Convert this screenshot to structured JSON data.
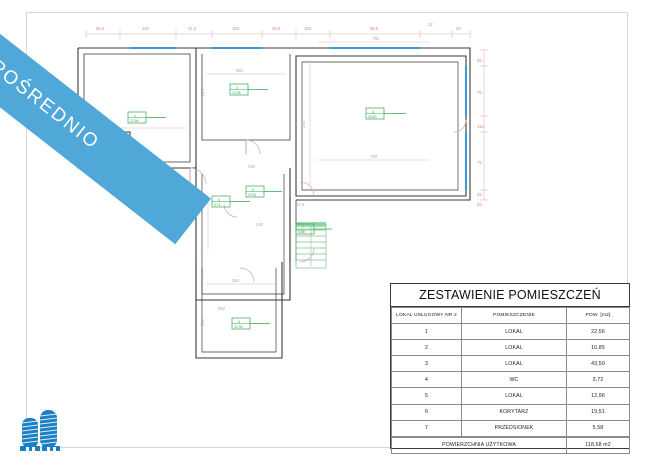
{
  "watermark": {
    "text": "BEZPOŚREDNIO"
  },
  "logo": {
    "name": "building-logo",
    "color": "#1b7fc4"
  },
  "table": {
    "title": "ZESTAWIENIE POMIESZCZEŃ",
    "headers": [
      "LOKAL USŁUGOWY NR 2",
      "POMIESZCZENIE",
      "POW. [m2]"
    ],
    "rows": [
      {
        "no": "1",
        "room": "LOKAL",
        "area": "22,56"
      },
      {
        "no": "2",
        "room": "LOKAL",
        "area": "10,85"
      },
      {
        "no": "3",
        "room": "LOKAL",
        "area": "43,50"
      },
      {
        "no": "4",
        "room": "WC",
        "area": "3,72"
      },
      {
        "no": "5",
        "room": "LOKAL",
        "area": "12,96"
      },
      {
        "no": "6",
        "room": "KORYTARZ",
        "area": "19,51"
      },
      {
        "no": "7",
        "room": "PRZEDSIONEK",
        "area": "5,58"
      }
    ],
    "summary": {
      "label": "POWIERZCHNIA UŻYTKOWA",
      "value": "118,68 m2"
    }
  },
  "plan": {
    "top_dimensions": [
      "66,5",
      "150",
      "41,5",
      "150",
      "49,5",
      "150",
      "98,5",
      "12",
      "25"
    ],
    "right_dimensions": [
      "45",
      "75",
      "110",
      "75",
      "45",
      "25"
    ],
    "big_room_width": "750",
    "big_room_width2": "750",
    "interior_dimensions": [
      "510",
      "350",
      "350",
      "250",
      "440",
      "240",
      "250",
      "250",
      "350",
      "14,5",
      "225",
      "200",
      "440"
    ],
    "room_labels": [
      {
        "no": "1",
        "area": "22,56"
      },
      {
        "no": "2",
        "area": "10,85"
      },
      {
        "no": "3",
        "area": "43,50"
      },
      {
        "no": "4",
        "area": "3,72"
      },
      {
        "no": "5",
        "area": "12,96"
      },
      {
        "no": "6",
        "area": "19,51"
      },
      {
        "no": "7",
        "area": "5,58"
      }
    ],
    "colors": {
      "wall": "#3a3a3a",
      "dimension": "#d98b8b",
      "window": "#3b9ad6",
      "room_label": "#2fa84f",
      "door": "#e0b0b0"
    }
  }
}
